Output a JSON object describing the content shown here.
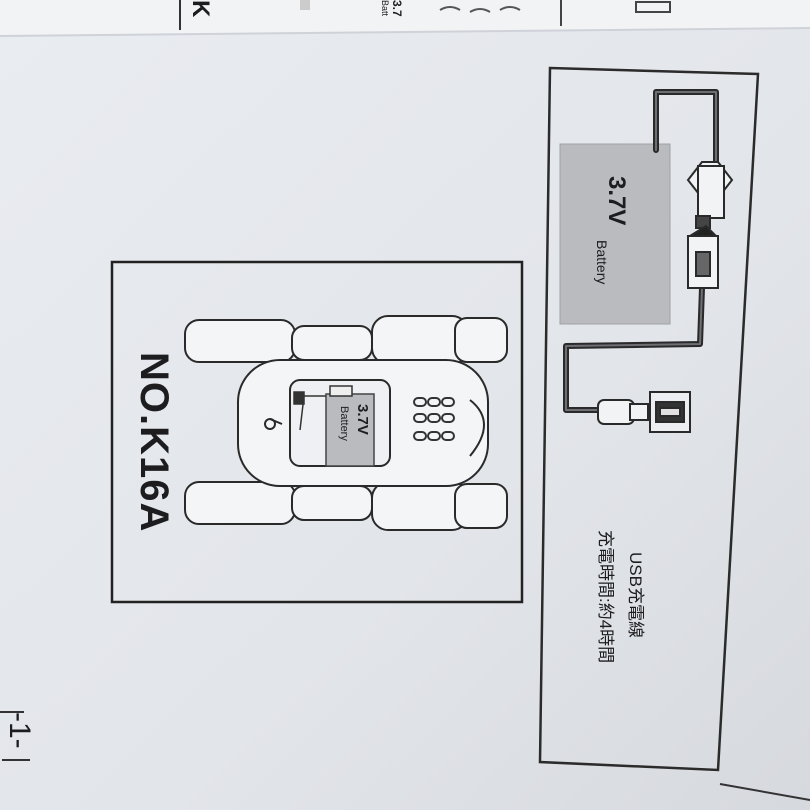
{
  "manual": {
    "model_number": "NO.K16A",
    "page_number": "-1-"
  },
  "robot_figure": {
    "battery_voltage": "3.7V",
    "battery_label": "Battery"
  },
  "charging_diagram": {
    "battery_voltage": "3.7V",
    "battery_label": "Battery",
    "cable_caption": "USB充電線",
    "charge_time_caption": "充電時間:約4時間"
  },
  "background_sheet": {
    "fragment_a": "K",
    "fragment_b": "3.7",
    "fragment_c": "Batt"
  },
  "colors": {
    "paper": "#e6e9ee",
    "ink": "#1d1d1f",
    "battery_fill": "#b9bbbf"
  }
}
